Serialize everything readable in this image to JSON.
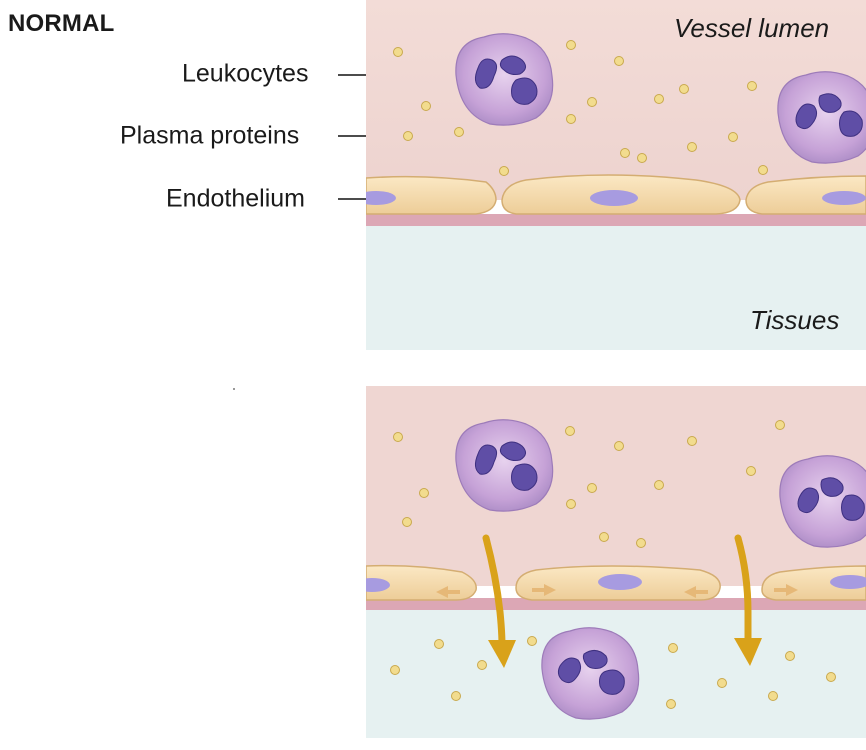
{
  "title": "NORMAL",
  "labels": {
    "leukocytes": "Leukocytes",
    "plasma_proteins": "Plasma proteins",
    "endothelium": "Endothelium",
    "vessel_lumen": "Vessel lumen",
    "tissues": "Tissues"
  },
  "colors": {
    "lumen": "#f0d8d4",
    "tissue": "#e5f0f0",
    "endothelial_cell": "#f5dcb0",
    "endothelial_outline": "#d7b277",
    "nucleus": "#a79be0",
    "basement_membrane": "#dca7b5",
    "leukocyte_cytoplasm": "#c7a5d6",
    "leukocyte_nucleus": "#5f4ea6",
    "plasma_protein": "#efd98a",
    "arrow": "#d9a21a"
  }
}
